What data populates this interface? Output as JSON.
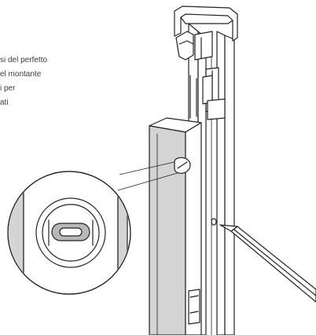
{
  "instructions": {
    "lines": [
      "si del perfetto",
      "el montante",
      "i per",
      "ati"
    ]
  }
}
